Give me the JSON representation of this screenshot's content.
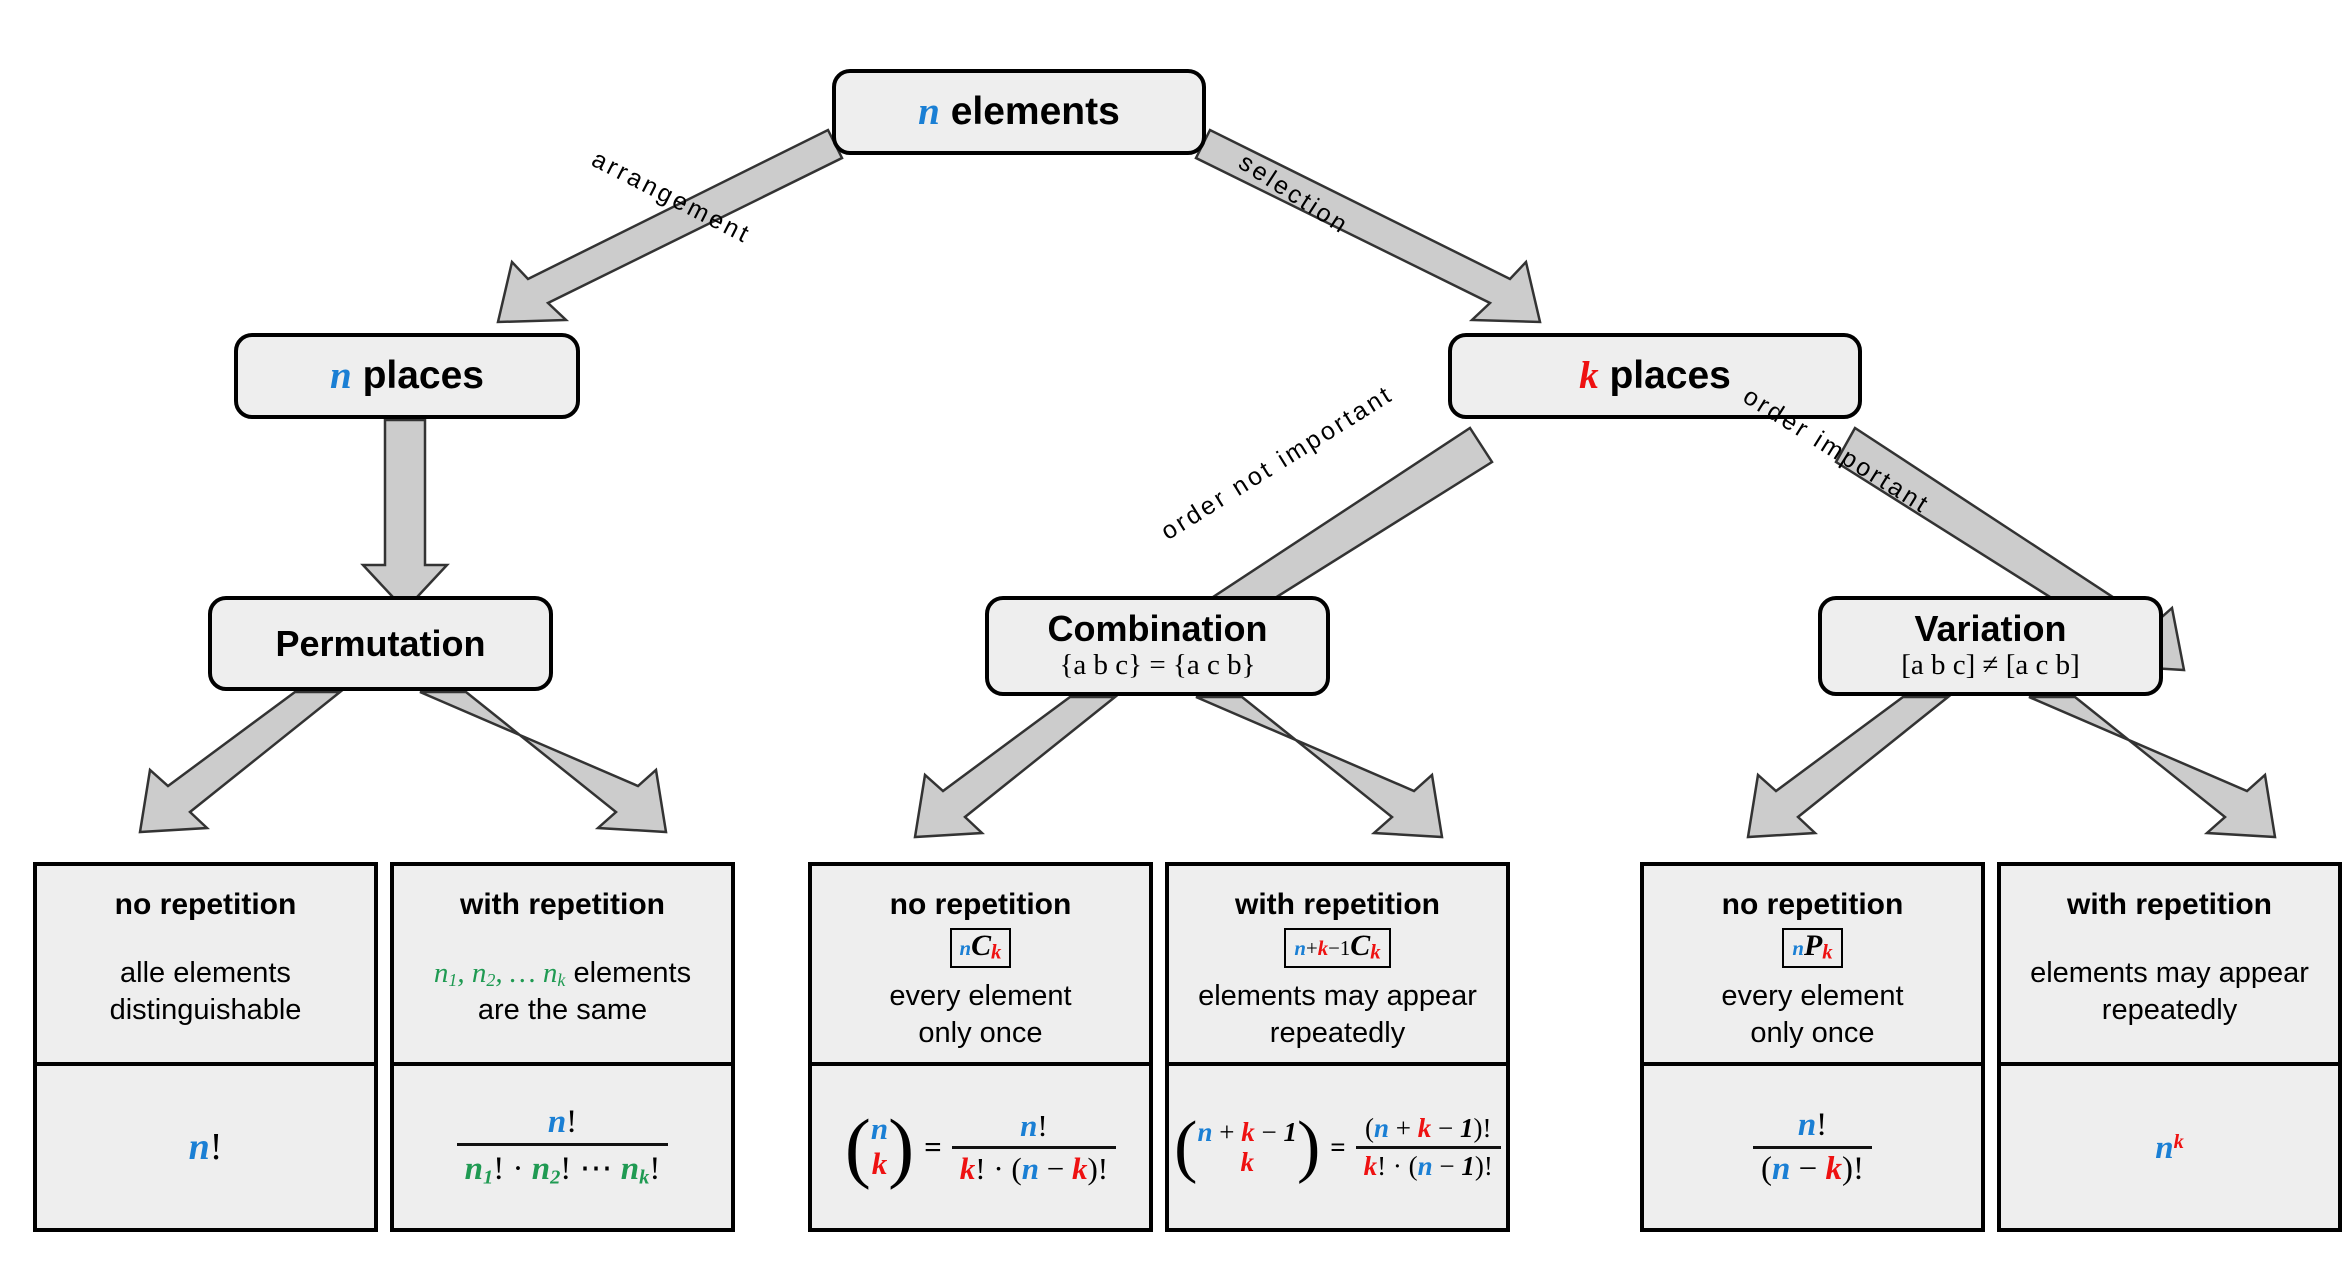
{
  "diagram": {
    "title": "Combinatorics decision tree",
    "colors": {
      "blue": "#1a7fd4",
      "red": "#ee1111",
      "green": "#1f9a52",
      "box_fill": "#eeeeee",
      "arrow_fill": "#cccccc",
      "border": "#000000"
    }
  },
  "nodes": {
    "root": {
      "var": "n",
      "label": "elements"
    },
    "n_places": {
      "var": "n",
      "label": "places"
    },
    "k_places": {
      "var": "k",
      "label": "places"
    },
    "permutation": {
      "title": "Permutation",
      "sub": ""
    },
    "combination": {
      "title": "Combination",
      "sub": "{a b c} = {a c b}"
    },
    "variation": {
      "title": "Variation",
      "sub": "[a b c] ≠ [a c b]"
    }
  },
  "edges": {
    "arrangement": "arrangement",
    "selection": "selection",
    "order_not_important": "order not important",
    "order_important": "order important"
  },
  "leaves": [
    {
      "key": "perm-no-rep",
      "heading": "no repetition",
      "notation": "",
      "desc_line1": "alle elements",
      "desc_line2": "distinguishable",
      "formula": "n!"
    },
    {
      "key": "perm-with-rep",
      "heading": "with repetition",
      "notation": "",
      "desc_line1": "n₁, n₂, … nₖ elements",
      "desc_line2": "are the same",
      "formula": "n! / (n₁! · n₂! ⋯ nₖ!)"
    },
    {
      "key": "comb-no-rep",
      "heading": "no repetition",
      "notation": "nCk",
      "desc_line1": "every element",
      "desc_line2": "only once",
      "formula": "(n over k) = n! / (k! · (n − k)!)"
    },
    {
      "key": "comb-with-rep",
      "heading": "with repetition",
      "notation": "n+k−1Ck",
      "desc_line1": "elements may appear",
      "desc_line2": "repeatedly",
      "formula": "(n + k − 1 over k) = (n + k − 1)! / (k! · (n − 1)!)"
    },
    {
      "key": "var-no-rep",
      "heading": "no repetition",
      "notation": "nPk",
      "desc_line1": "every element",
      "desc_line2": "only once",
      "formula": "n! / (n − k)!"
    },
    {
      "key": "var-with-rep",
      "heading": "with repetition",
      "notation": "",
      "desc_line1": "elements may appear",
      "desc_line2": "repeatedly",
      "formula": "n^k"
    }
  ]
}
